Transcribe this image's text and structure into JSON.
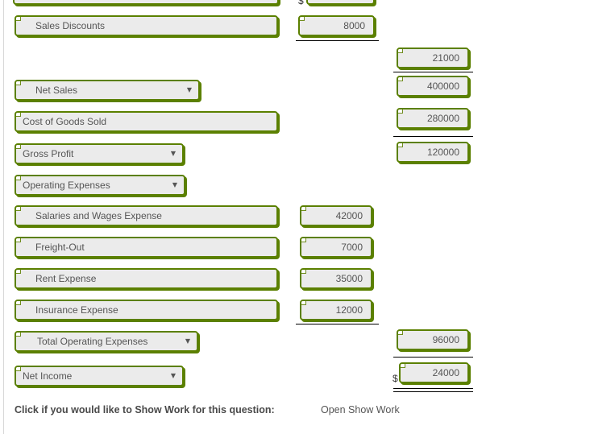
{
  "page": {
    "accent_color": "#5b8000",
    "field_fill": "#ebebeb",
    "text_color": "#555555"
  },
  "rows": [
    {
      "name": "row-sales-discounts",
      "label": "Sales Discounts",
      "label_kind": "text",
      "value": "8000",
      "value_column": "middle"
    },
    {
      "name": "row-net-sales",
      "label": "Net Sales",
      "label_kind": "select",
      "value": "21000",
      "value_column": "right"
    },
    {
      "name": "row-cost-of-goods-sold",
      "label": "Cost of Goods Sold",
      "label_kind": "text",
      "value": "400000",
      "value_column": "right"
    },
    {
      "name": "row-gross-profit",
      "label": "Gross Profit",
      "label_kind": "select",
      "value": "280000",
      "value_column": "right"
    },
    {
      "name": "row-operating-expenses",
      "label": "Operating Expenses",
      "label_kind": "select",
      "value": "120000",
      "value_column": "right"
    },
    {
      "name": "row-salaries-and-wages-expense",
      "label": "Salaries and Wages Expense",
      "label_kind": "text",
      "value": "42000",
      "value_column": "middle"
    },
    {
      "name": "row-freight-out",
      "label": "Freight-Out",
      "label_kind": "text",
      "value": "7000",
      "value_column": "middle"
    },
    {
      "name": "row-rent-expense",
      "label": "Rent Expense",
      "label_kind": "text",
      "value": "35000",
      "value_column": "middle"
    },
    {
      "name": "row-insurance-expense",
      "label": "Insurance Expense",
      "label_kind": "text",
      "value": "12000",
      "value_column": "middle"
    },
    {
      "name": "row-total-operating-expenses",
      "label": "Total Operating Expenses",
      "label_kind": "select",
      "value": "96000",
      "value_column": "right"
    },
    {
      "name": "row-net-income",
      "label": "Net Income",
      "label_kind": "select",
      "value": "24000",
      "value_column": "right"
    }
  ],
  "symbols": {
    "dollar_top": "$",
    "dollar_net_income": "$",
    "caret": "▼",
    "check": "✓"
  },
  "footer": {
    "prompt": "Click if you would like to Show Work for this question:",
    "link": "Open Show Work"
  }
}
